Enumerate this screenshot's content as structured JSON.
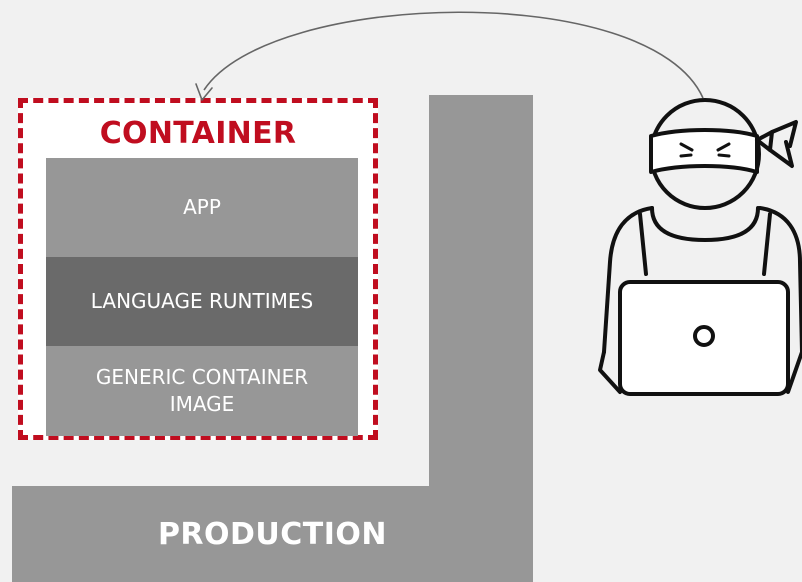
{
  "container": {
    "title": "CONTAINER",
    "layers": [
      {
        "label": "APP"
      },
      {
        "label": "LANGUAGE RUNTIMES"
      },
      {
        "label": "GENERIC CONTAINER IMAGE"
      }
    ]
  },
  "production": {
    "label": "PRODUCTION"
  },
  "colors": {
    "accent_red": "#c00d1f",
    "layer_gray": "#979797",
    "layer_dark_gray": "#6a6a6a",
    "background": "#f1f1f1"
  },
  "icons": {
    "developer": "ninja-developer-laptop-icon",
    "arrow": "curved-arrow-icon"
  }
}
